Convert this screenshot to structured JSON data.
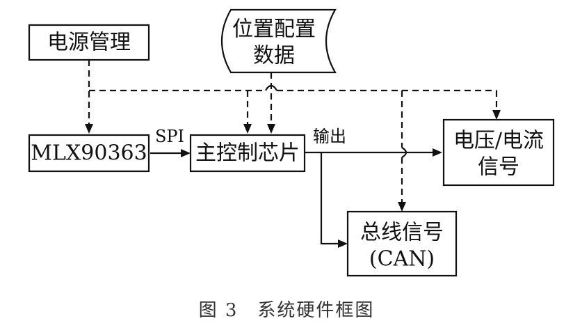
{
  "blocks": {
    "power": "电源管理",
    "config_line1": "位置配置",
    "config_line2": "数据",
    "sensor": "MLX90363",
    "mcu": "主控制芯片",
    "analog_line1": "电压/电流",
    "analog_line2": "信号",
    "bus_line1": "总线信号",
    "bus_line2": "(CAN)"
  },
  "edge_labels": {
    "spi": "SPI",
    "output": "输出"
  },
  "caption": "图 3　系统硬件框图",
  "colors": {
    "line": "#111111",
    "caption": "#333333",
    "background": "#ffffff"
  }
}
